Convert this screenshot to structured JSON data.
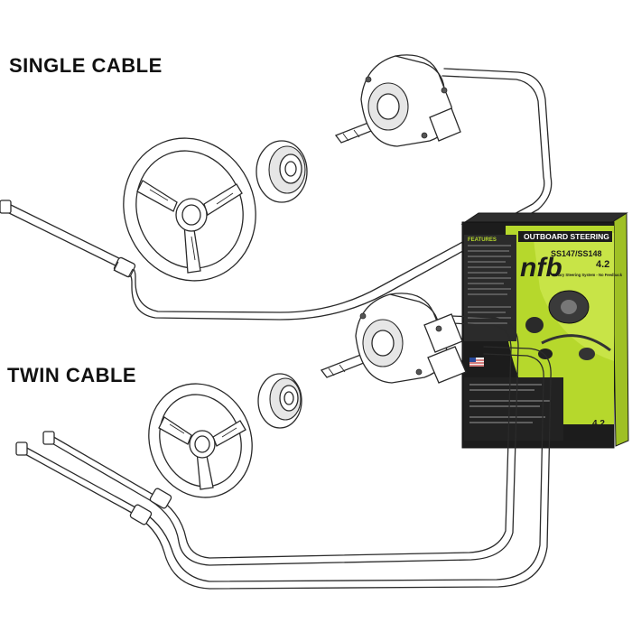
{
  "headings": {
    "single": "SINGLE CABLE",
    "twin": "TWIN CABLE"
  },
  "product_box": {
    "banner": "OUTBOARD STEERING",
    "logo": "nfb",
    "models": "SS147/SS148",
    "version": "4.2",
    "subtitle": "Rotary Steering System - No Feedback",
    "panel_heading": "FEATURES",
    "colors": {
      "accent": "#b6d82c",
      "dark": "#1c1c1c",
      "panel": "#2b2b2b"
    }
  },
  "components": [
    "steering-wheel-icon",
    "bezel-icon",
    "helm-icon",
    "steering-cable-icon"
  ]
}
